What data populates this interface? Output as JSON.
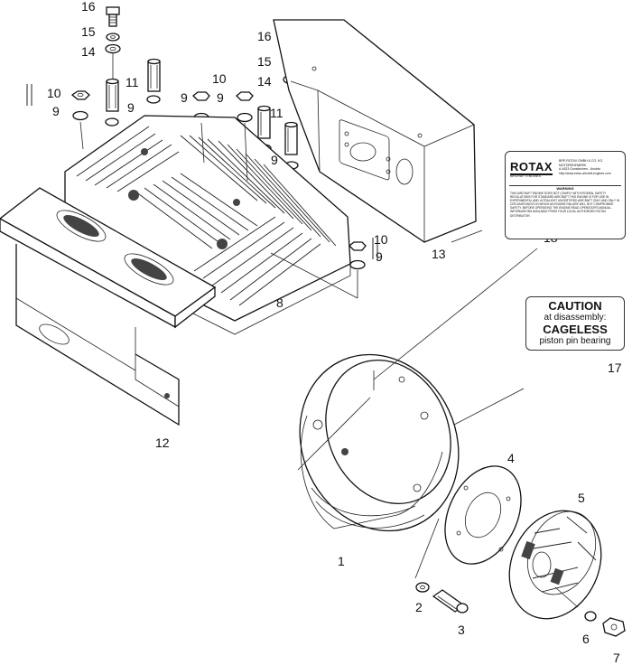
{
  "callouts": {
    "c1": "1",
    "c2": "2",
    "c3": "3",
    "c4": "4",
    "c5": "5",
    "c6": "6",
    "c7": "7",
    "c8": "8",
    "c9": "9",
    "c10": "10",
    "c11": "11",
    "c12": "12",
    "c13": "13",
    "c14": "14",
    "c15": "15",
    "c16": "16",
    "c17": "17",
    "c18": "18"
  },
  "rotax_label": {
    "logo": "ROTAX",
    "sub": "AIRCRAFT ENGINES",
    "company": "BRP-ROTAX GMBH & CO. KG\nMOTORENFABRIK\nA-4623 Gunskirchen - Austria\nhttp://www.rotax-aircraft-engines.com",
    "warning_title": "WARNING",
    "warning_text": "THIS AIRCRAFT ENGINE DOES NOT COMPLY WITH FEDERAL SAFETY REGULATIONS FOR STANDARD AIRCRAFT THIS ENGINE IS FOR USE IN EXPERIMENTAL AND ULTRALIGHT UNCERTIFIED AIRCRAFT ONLY AND ONLY IN CIRCUMSTANCES IN WHICH AN ENGINE FAILURE WILL NOT COMPROMISE SAFETY. BEFORE OPERATING THE ENGINE READ OPERATOR'S MANUAL. INFORMATIONS AVAILABLE FROM YOUR LOCAL AUTHORIZED ROTAX DISTRIBUTOR."
  },
  "caution_label": {
    "title": "CAUTION",
    "line2": "at disassembly:",
    "line3": "CAGELESS",
    "line4": "piston pin bearing"
  }
}
